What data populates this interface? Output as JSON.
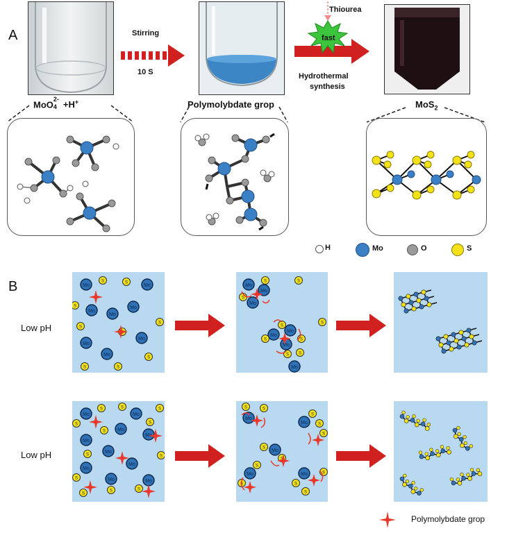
{
  "panelA": {
    "letter": "A",
    "steps": [
      {
        "label_main": "MoO",
        "label_sup": "2-",
        "label_sub": "4",
        "label_rest": "+H",
        "label_plus": "+"
      },
      {
        "label": "Polymolybdate grop"
      },
      {
        "label_main": "MoS",
        "label_sub": "2"
      }
    ],
    "arrow1": {
      "top": "Stirring",
      "bottom": "10 S"
    },
    "arrow2": {
      "reagent": "Thiourea",
      "burst": "fast",
      "bottom1": "Hydrothermal",
      "bottom2": "synthesis"
    },
    "legend": [
      {
        "symbol": "H",
        "color": "#ffffff"
      },
      {
        "symbol": "Mo",
        "color": "#3b7fc4"
      },
      {
        "symbol": "O",
        "color": "#9a9a9a"
      },
      {
        "symbol": "S",
        "color": "#f2e200"
      }
    ]
  },
  "panelB": {
    "letter": "B",
    "rows": [
      {
        "label": "Low pH"
      },
      {
        "label": "Low pH"
      }
    ],
    "particle_labels": {
      "mo": "Mo",
      "s": "S"
    },
    "legend": {
      "label": "Polymolybdate grop"
    }
  },
  "colors": {
    "arrow": "#d02020",
    "mo": "#2f72b8",
    "s": "#f3e21a",
    "star": "#e8382b",
    "square": "#b9d9f0"
  }
}
